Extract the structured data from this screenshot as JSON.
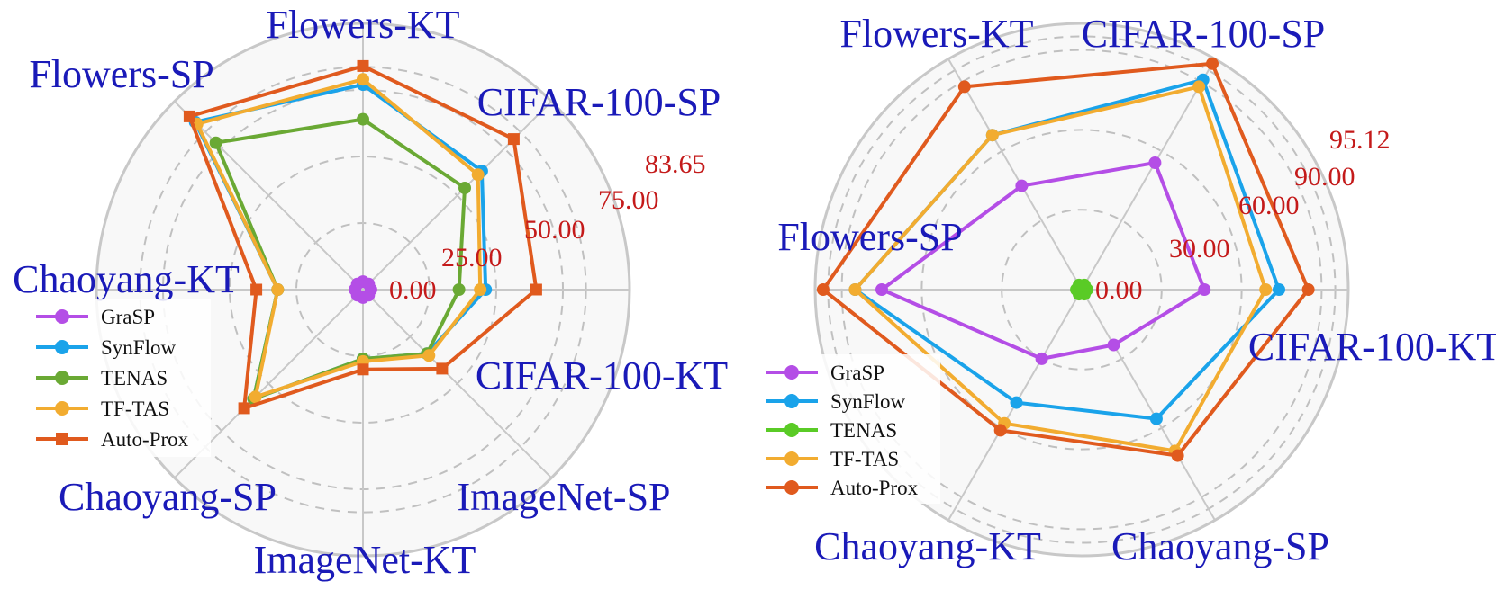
{
  "colors": {
    "grid_circle": "#c8c8c8",
    "grid_dashed": "#c0c0c0",
    "plot_background": "#f8f8f8",
    "axis_label": "#1a1ab8",
    "tick_label": "#c41a1a"
  },
  "chart_data": [
    {
      "type": "radar",
      "axes": [
        "Flowers-KT",
        "CIFAR-100-SP",
        "CIFAR-100-KT",
        "ImageNet-SP",
        "ImageNet-KT",
        "Chaoyang-SP",
        "Chaoyang-KT",
        "Flowers-SP"
      ],
      "r_range": [
        0,
        100
      ],
      "grid": true,
      "legend_position": "bottom-left",
      "tick_labels": [
        "0.00",
        "25.00",
        "50.00",
        "75.00",
        "83.65"
      ],
      "series": [
        {
          "name": "GraSP",
          "color": "#b44ee6",
          "marker": "circle",
          "values": [
            3,
            3,
            3,
            3,
            3,
            3,
            3,
            3
          ]
        },
        {
          "name": "SynFlow",
          "color": "#1aa3ea",
          "marker": "circle",
          "values": [
            77,
            63,
            46,
            34,
            26,
            58,
            32,
            89
          ]
        },
        {
          "name": "TENAS",
          "color": "#6aa934",
          "marker": "circle",
          "values": [
            64,
            54,
            36,
            34,
            26,
            58,
            32,
            78
          ]
        },
        {
          "name": "TF-TAS",
          "color": "#f2ac30",
          "marker": "circle",
          "values": [
            79,
            61,
            44,
            35,
            27,
            57,
            32,
            88
          ]
        },
        {
          "name": "Auto-Prox",
          "color": "#e05a1e",
          "marker": "square",
          "values": [
            84,
            80,
            65,
            42,
            30,
            63,
            40,
            92
          ]
        }
      ]
    },
    {
      "type": "radar",
      "axes": [
        "CIFAR-100-SP",
        "CIFAR-100-KT",
        "Chaoyang-SP",
        "Chaoyang-KT",
        "Flowers-SP",
        "Flowers-KT"
      ],
      "r_range": [
        0,
        100
      ],
      "grid": true,
      "legend_position": "bottom-left",
      "tick_labels": [
        "0.00",
        "30.00",
        "60.00",
        "90.00",
        "95.12"
      ],
      "series": [
        {
          "name": "GraSP",
          "color": "#b44ee6",
          "marker": "circle",
          "values": [
            55,
            46,
            24,
            30,
            75,
            45
          ]
        },
        {
          "name": "SynFlow",
          "color": "#1aa3ea",
          "marker": "circle",
          "values": [
            91,
            74,
            56,
            49,
            85,
            67
          ]
        },
        {
          "name": "TENAS",
          "color": "#5acb26",
          "marker": "circle",
          "values": [
            2,
            2,
            2,
            2,
            2,
            2
          ]
        },
        {
          "name": "TF-TAS",
          "color": "#f2ac30",
          "marker": "circle",
          "values": [
            88,
            69,
            70,
            58,
            85,
            67
          ]
        },
        {
          "name": "Auto-Prox",
          "color": "#e05a1e",
          "marker": "circle",
          "values": [
            98,
            85,
            72,
            61,
            97,
            88
          ]
        }
      ]
    }
  ]
}
